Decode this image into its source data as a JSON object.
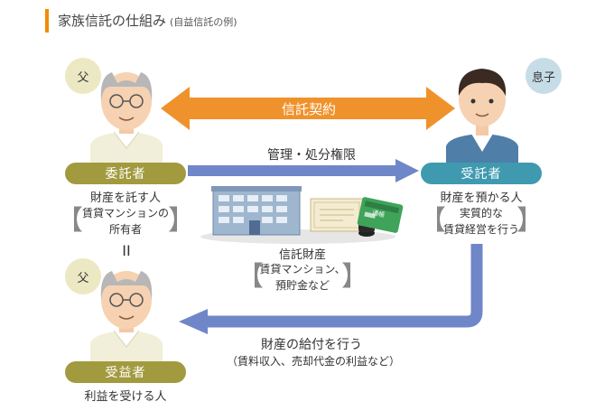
{
  "header": {
    "title": "家族信託の仕組み",
    "subtitle": "(自益信託の例)"
  },
  "badges": {
    "top_father": "父",
    "son": "息子",
    "bottom_father": "父"
  },
  "arrows": {
    "contract": "信託契約",
    "management": "管理・処分権限",
    "benefit_line1": "財産の給付を行う",
    "benefit_line2": "（賃料収入、売却代金の利益など）"
  },
  "settlor": {
    "role": "委託者",
    "desc": "財産を託す人",
    "note_line1": "賃貸マンションの",
    "note_line2": "所有者"
  },
  "equals": "II",
  "trustee": {
    "role": "受託者",
    "desc": "財産を預かる人",
    "note_line1": "実質的な",
    "note_line2": "賃貸経営を行う"
  },
  "trust_property": {
    "label": "信託財産",
    "note_line1": "賃貸マンション、",
    "note_line2": "預貯金など",
    "card_text": "通帳"
  },
  "beneficiary": {
    "role": "受益者",
    "desc": "利益を受ける人"
  },
  "colors": {
    "accent_orange": "#f08c00",
    "contract_arrow": "#f0922b",
    "flow_arrow": "#6f86c8",
    "olive": "#a29a3f",
    "teal": "#3f9ab0"
  }
}
